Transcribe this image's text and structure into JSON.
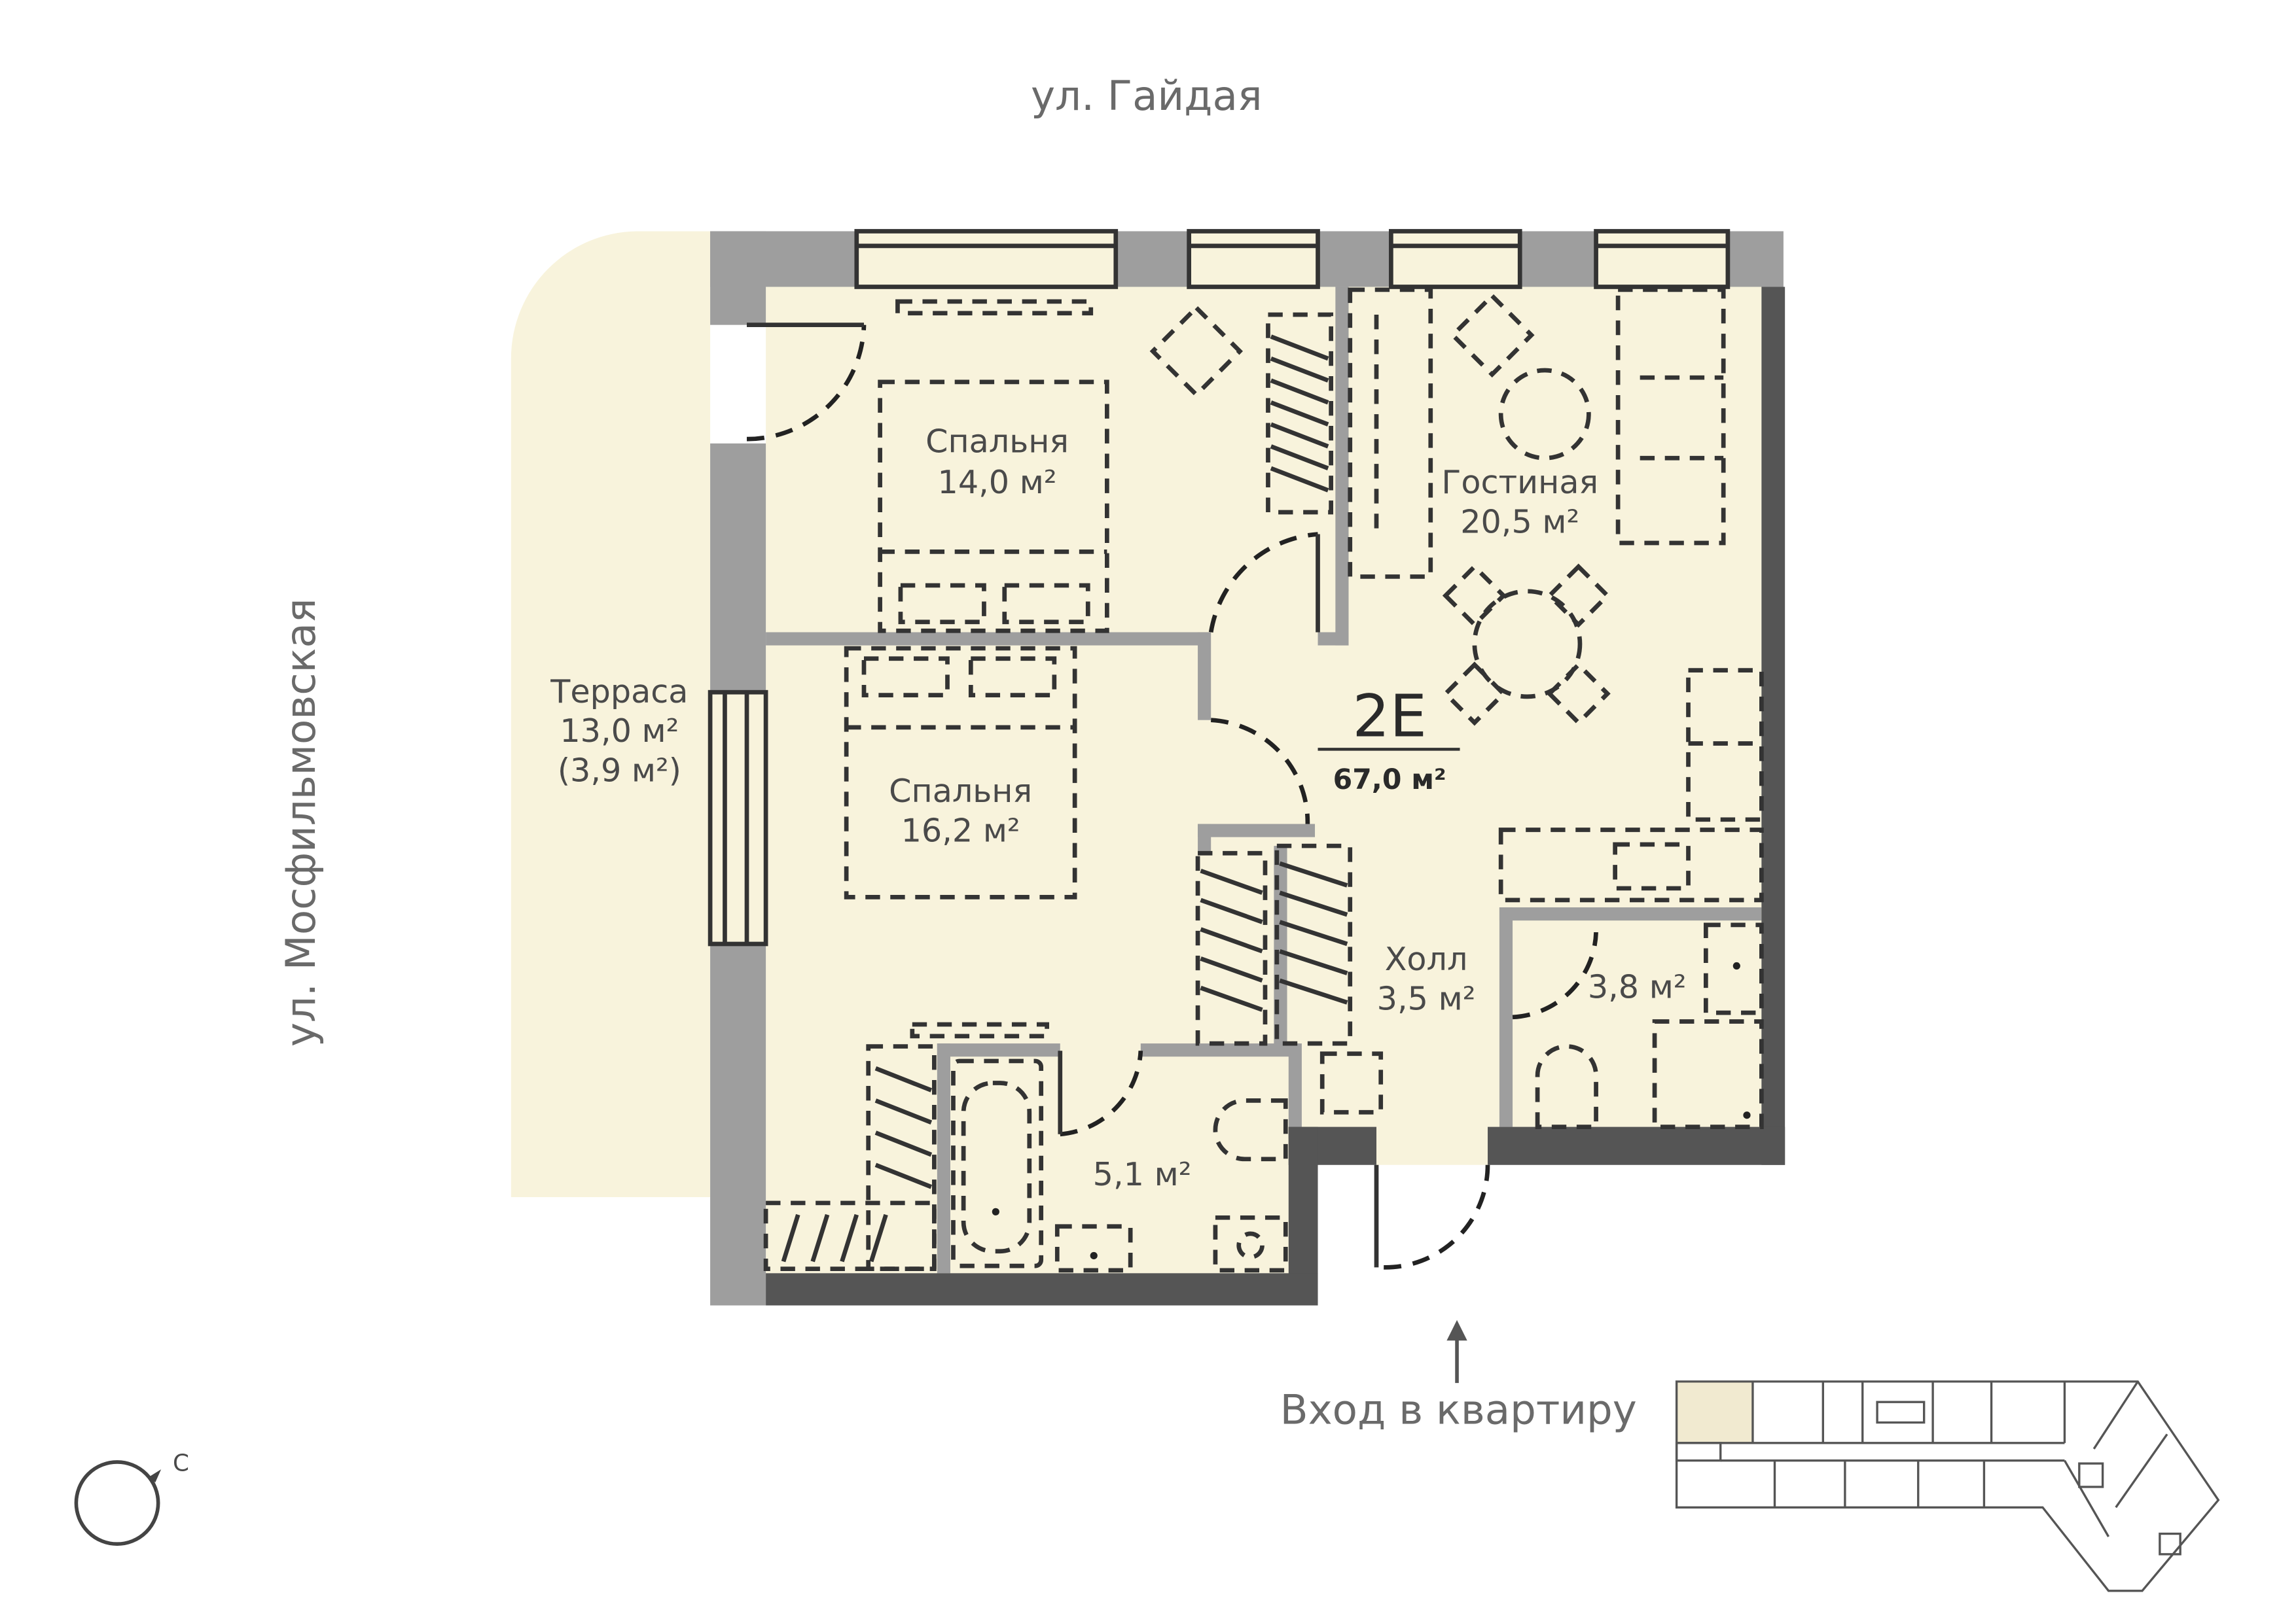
{
  "streets": {
    "north": "ул. Гайдая",
    "west": "ул. Мосфильмовская"
  },
  "unit": {
    "code": "2E",
    "total_area": "67,0 м²"
  },
  "rooms": {
    "bedroom1": {
      "name": "Спальня",
      "area": "14,0 м²"
    },
    "living": {
      "name": "Гостиная",
      "area": "20,5 м²"
    },
    "bedroom2": {
      "name": "Спальня",
      "area": "16,2 м²"
    },
    "terrace": {
      "name": "Терраса",
      "area": "13,0 м²",
      "area_reduced": "(3,9 м²)"
    },
    "hall": {
      "name": "Холл",
      "area": "3,5 м²"
    },
    "wc": {
      "area": "3,8 м²"
    },
    "bathroom": {
      "area": "5,1 м²"
    }
  },
  "entrance": {
    "label": "Вход в квартиру"
  },
  "compass": {
    "label": "С"
  },
  "colors": {
    "floor": "#f8f3dc",
    "wall_gray": "#9e9e9e",
    "wall_dark": "#555555",
    "keyplan_highlight": "#f1ead0"
  }
}
